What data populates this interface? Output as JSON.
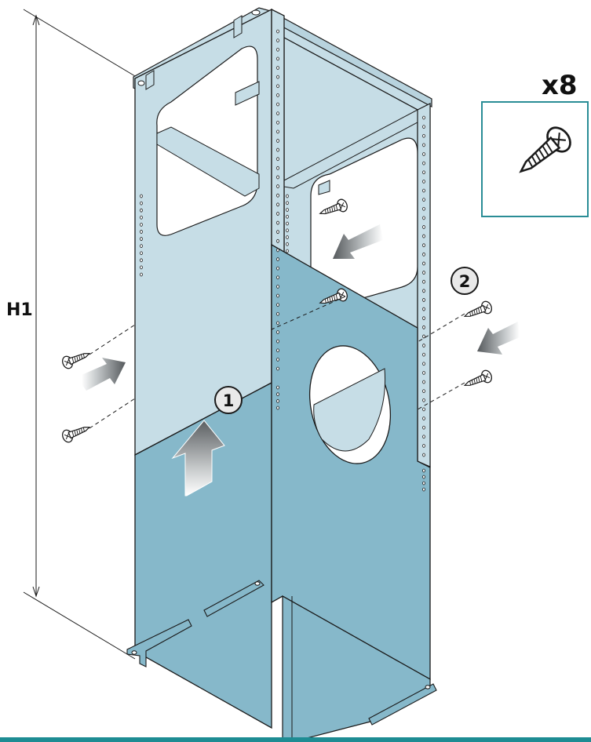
{
  "dimension_label": "H1",
  "quantity_label": "x8",
  "steps": [
    {
      "number": "1"
    },
    {
      "number": "2"
    }
  ],
  "colors": {
    "panel_light": "#c6dde6",
    "panel_dark": "#86b8ca",
    "panel_mid": "#a8cad7",
    "outline": "#1a1a1a",
    "frame_teal": "#2a8d96",
    "arrow_dark": "#5f6366"
  },
  "icons": [
    "screw-icon",
    "arrow-icon",
    "step-badge-icon"
  ]
}
